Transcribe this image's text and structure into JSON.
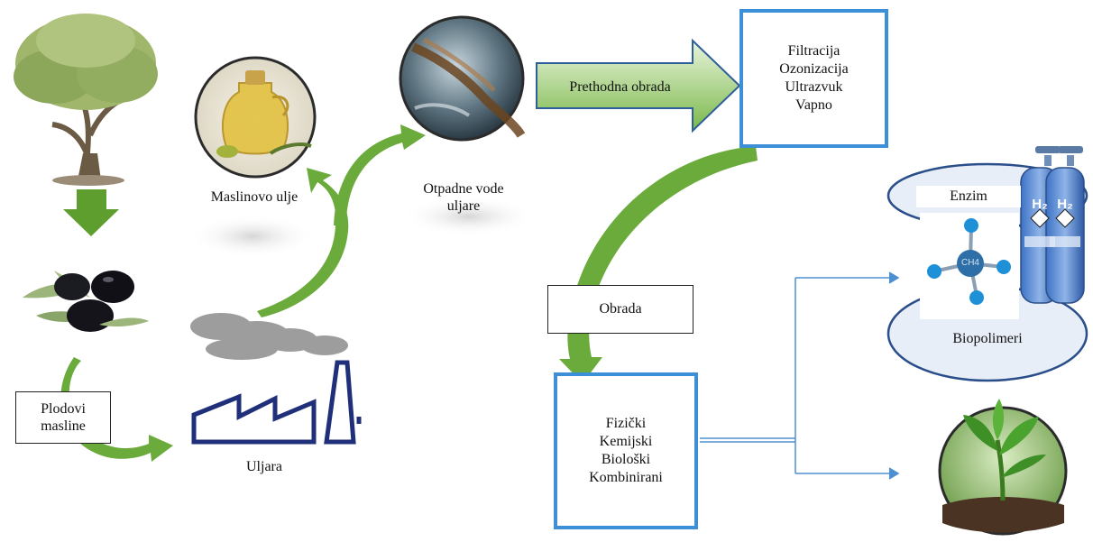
{
  "labels": {
    "plodovi_masline": "Plodovi masline",
    "uljara": "Uljara",
    "maslinovo_ulje": "Maslinovo ulje",
    "otpadne_vode": "Otpadne vode uljare",
    "prethodna_obrada": "Prethodna obrada",
    "obrada": "Obrada",
    "enzim": "Enzim",
    "biopolimeri": "Biopolimeri",
    "ch4": "CH4",
    "h2_left": "H₂",
    "h2_right": "H₂"
  },
  "pretreatment_methods": [
    "Filtracija",
    "Ozonizacija",
    "Ultrazvuk",
    "Vapno"
  ],
  "treatment_methods": [
    "Fizički",
    "Kemijski",
    "Biološki",
    "Kombinirani"
  ],
  "colors": {
    "arrow_green": "#6aab3c",
    "arrow_dark_green": "#4f8c2a",
    "box_blue": "#3d8fd8",
    "factory_navy": "#1f2f7a",
    "ellipse_fill": "#e7eef8",
    "ellipse_stroke": "#2a4e8a"
  }
}
